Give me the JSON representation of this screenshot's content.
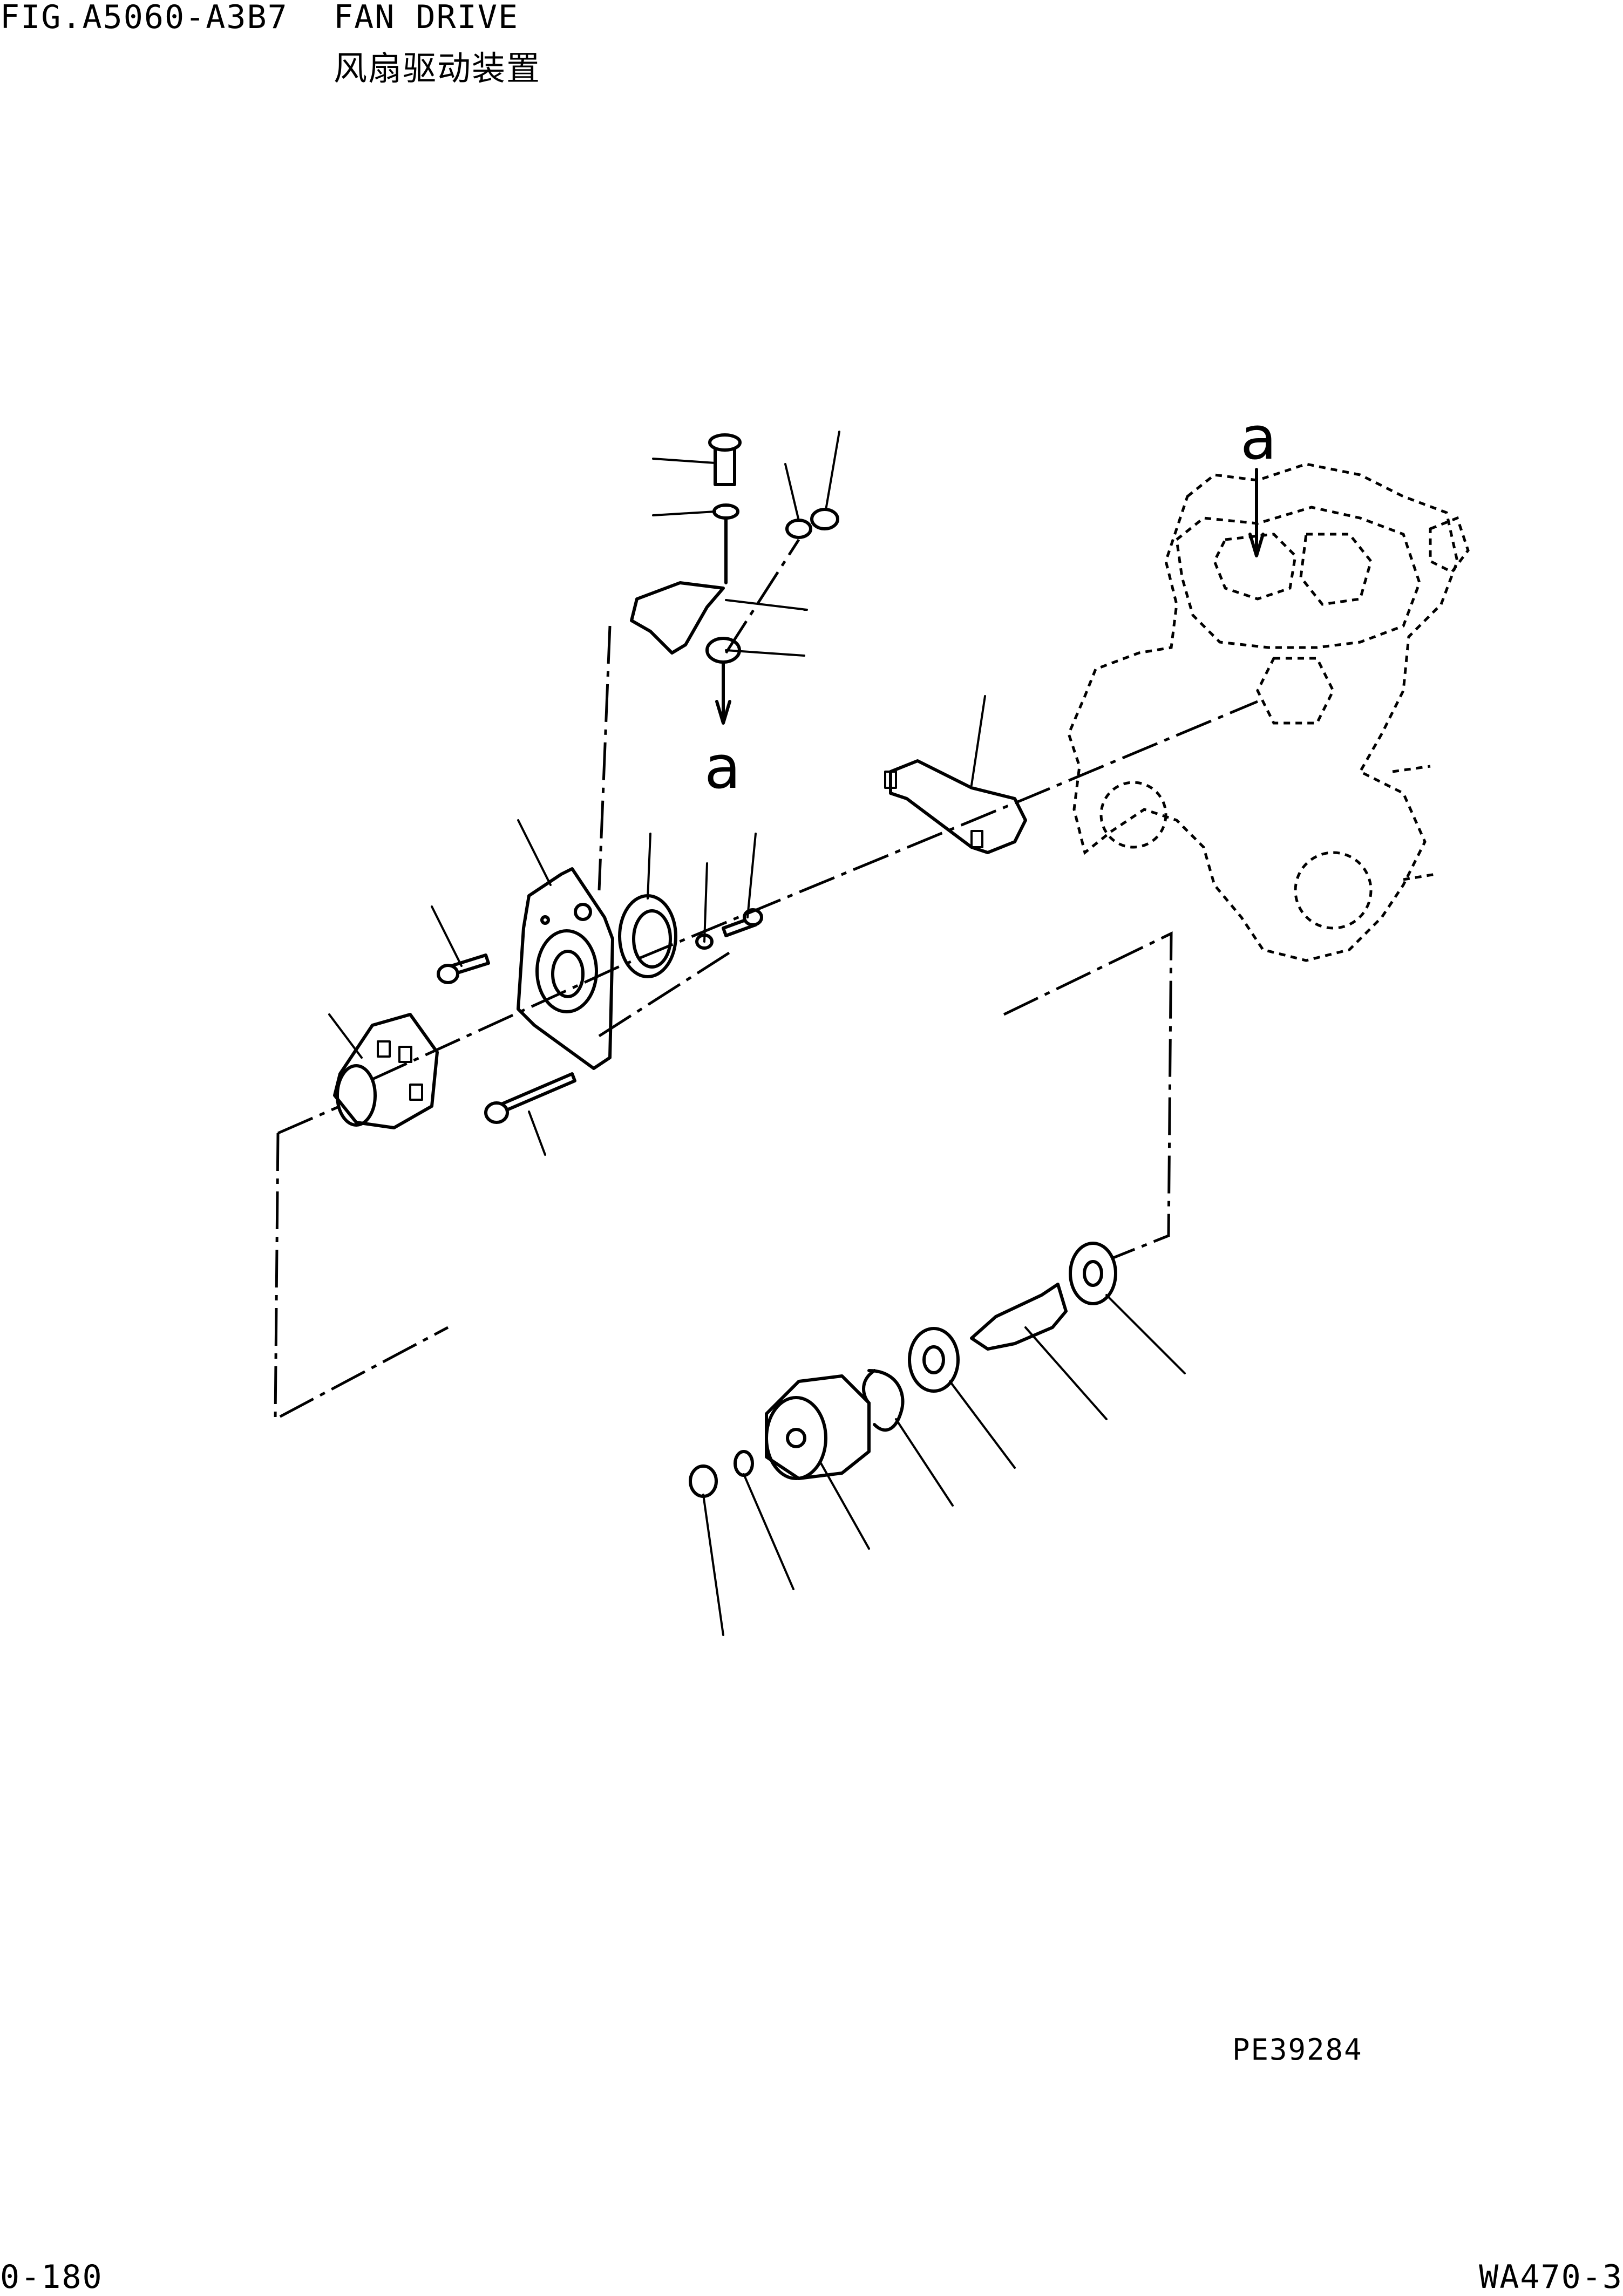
{
  "header": {
    "figure_number": "FIG.A5060-A3B7",
    "title": "FAN DRIVE",
    "subtitle": "风扇驱动装置"
  },
  "drawing": {
    "reference_mark_top": "a",
    "reference_mark_bracket": "a",
    "drawing_code": "PE39284"
  },
  "footer": {
    "page_number": "0-180",
    "model": "WA470-3"
  }
}
